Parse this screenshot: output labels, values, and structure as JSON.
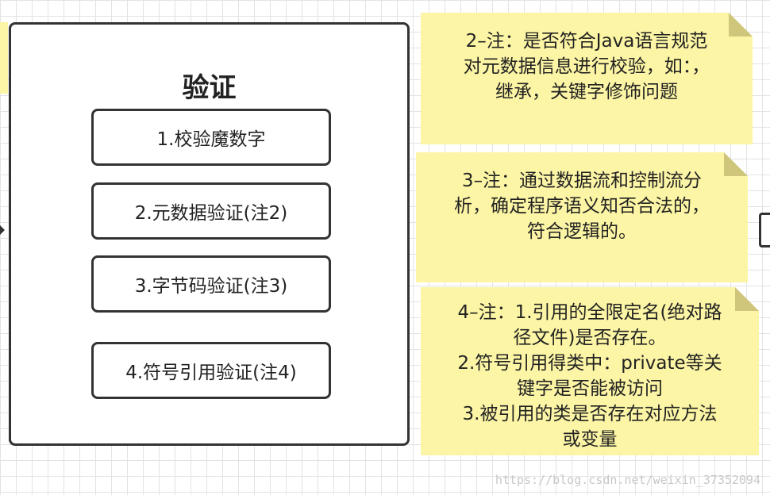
{
  "container": {
    "title": "验证",
    "steps": [
      "1.校验魔数字",
      "2.元数据验证(注2)",
      "3.字节码验证(注3)",
      "4.符号引用验证(注4)"
    ]
  },
  "notes": [
    {
      "lines": [
        "2–注：是否符合Java语言规范",
        "对元数据信息进行校验，如：，",
        "继承，关键字修饰问题"
      ]
    },
    {
      "lines": [
        "3–注：通过数据流和控制流分",
        "析，确定程序语义知否合法的，",
        "符合逻辑的。"
      ]
    },
    {
      "lines": [
        "4–注：1.引用的全限定名(绝对路",
        "径文件)是否存在。",
        "2.符号引用得类中：private等关",
        "键字是否能被访问",
        "3.被引用的类是否存在对应方法",
        "或变量"
      ]
    }
  ],
  "watermark": "https://blog.csdn.net/weixin_37352094",
  "colors": {
    "note_fill": "#fcf5a5",
    "border": "#333333"
  }
}
